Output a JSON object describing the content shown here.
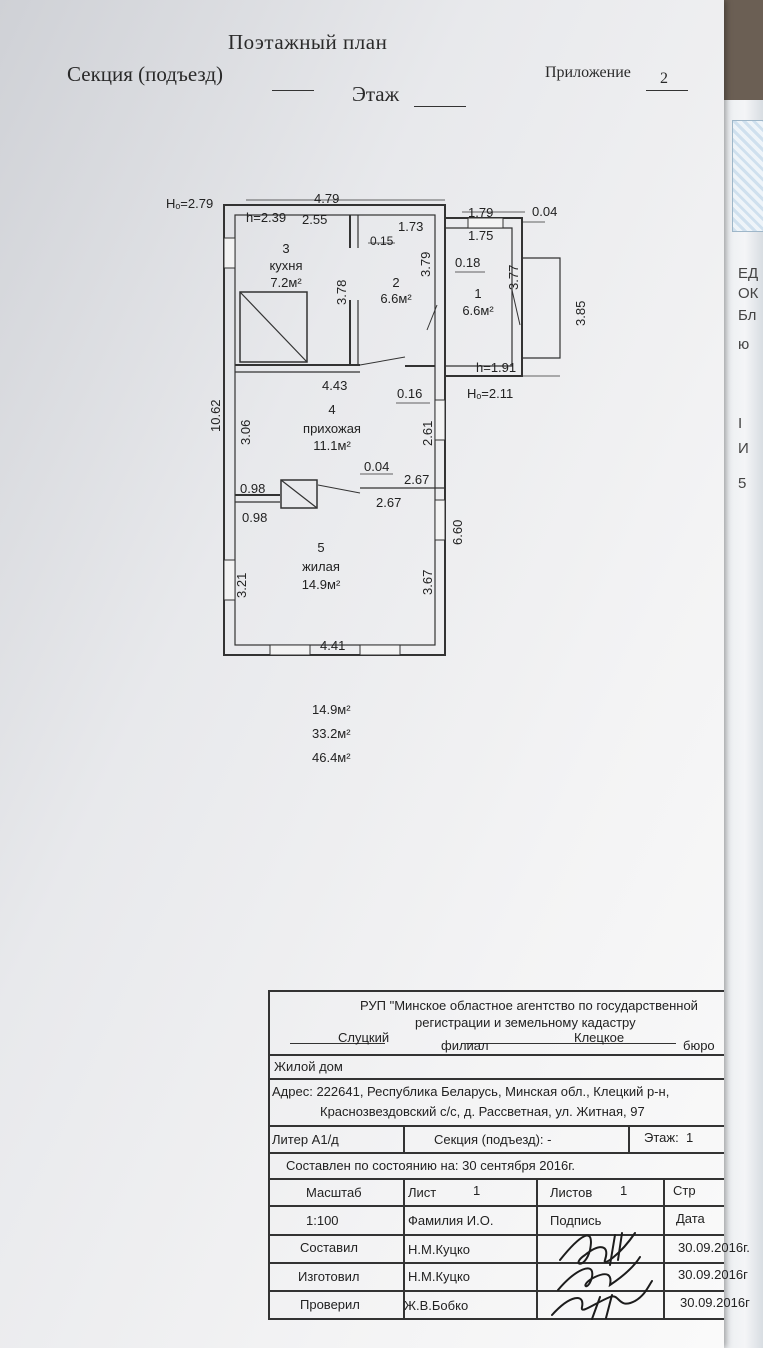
{
  "header": {
    "title": "Поэтажный план",
    "section_label": "Секция (подъезд)",
    "floor_label": "Этаж",
    "appendix_label": "Приложение",
    "appendix_number": "2"
  },
  "plan": {
    "dims": {
      "ho_left": "Hₒ=2.79",
      "top_total": "4.79",
      "h_left": "h=2.39",
      "top_2_55": "2.55",
      "top_1_73": "1.73",
      "top_0_15": "0.15",
      "right_1_79": "1.79",
      "right_0_04": "0.04",
      "right_1_75": "1.75",
      "v_3_78": "3.78",
      "v_3_79": "3.79",
      "v_0_18": "0.18",
      "v_3_77": "3.77",
      "v_3_85": "3.85",
      "h_right": "h=1.91",
      "ho_right": "Hₒ=2.11",
      "mid_4_43": "4.43",
      "mid_0_16": "0.16",
      "left_10_62": "10.62",
      "v_3_06": "3.06",
      "v_2_61": "2.61",
      "mid_0_04": "0.04",
      "mid_2_67a": "2.67",
      "mid_2_67b": "2.67",
      "left_0_98a": "0.98",
      "left_0_98b": "0.98",
      "v_6_60": "6.60",
      "v_3_21": "3.21",
      "v_3_67": "3.67",
      "bottom_4_41": "4.41"
    },
    "rooms": [
      {
        "num": "3",
        "name": "кухня",
        "area": "7.2м²"
      },
      {
        "num": "2",
        "name": "",
        "area": "6.6м²"
      },
      {
        "num": "1",
        "name": "",
        "area": "6.6м²"
      },
      {
        "num": "4",
        "name": "прихожая",
        "area": "11.1м²"
      },
      {
        "num": "5",
        "name": "жилая",
        "area": "14.9м²"
      }
    ]
  },
  "areas": [
    "14.9м²",
    "33.2м²",
    "46.4м²"
  ],
  "stamp": {
    "org_line1": "РУП \"Минское областное агентство по государственной",
    "org_line2": "регистрации и земельному кадастру",
    "branch_name": "Слуцкий",
    "branch_label": "филиал",
    "bureau_name": "Клецкое",
    "bureau_label": "бюро",
    "object": "Жилой дом",
    "address_line1": "Адрес: 222641, Республика Беларусь, Минская обл., Клецкий р-н,",
    "address_line2": "Краснозвездовский с/с, д. Рассветная, ул. Житная, 97",
    "liter": "Литер  А1/д",
    "section": "Секция (подъезд): -",
    "floor_label": "Этаж:",
    "floor_value": "1",
    "state": "Составлен по состоянию на: 30 сентября 2016г.",
    "col_scale": "Масштаб",
    "col_sheet": "Лист",
    "sheet_value": "1",
    "col_sheets": "Листов",
    "sheets_value": "1",
    "col_page": "Стр",
    "scale_value": "1:100",
    "col_name": "Фамилия И.О.",
    "col_signature": "Подпись",
    "col_date": "Дата",
    "rows": [
      {
        "role": "Составил",
        "name": "Н.М.Куцко",
        "date": "30.09.2016г."
      },
      {
        "role": "Изготовил",
        "name": "Н.М.Куцко",
        "date": "30.09.2016г"
      },
      {
        "role": "Проверил",
        "name": "Ж.В.Бобко",
        "date": "30.09.2016г"
      }
    ]
  },
  "edge_fragments": [
    "ЕД",
    "ОК",
    "Бл",
    "ю",
    "І",
    "И",
    "5"
  ]
}
